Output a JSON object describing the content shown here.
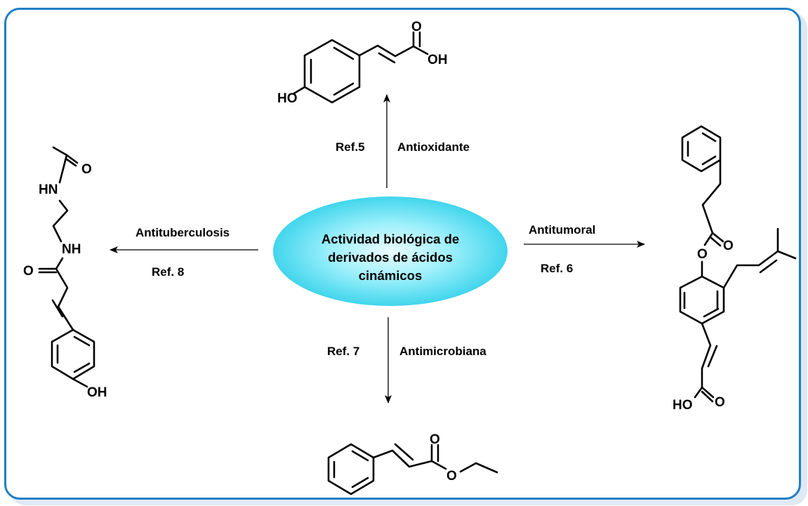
{
  "center": {
    "lines": [
      "Actividad biológica de",
      "derivados de ácidos",
      "cinámicos"
    ],
    "fill_light": "#eafcff",
    "fill_dark": "#2fd0ea"
  },
  "colors": {
    "frame": "#1f7fc4"
  },
  "branches": {
    "top": {
      "activity": "Antioxidante",
      "ref": "Ref.5"
    },
    "right": {
      "activity": "Antitumoral",
      "ref": "Ref. 6"
    },
    "bottom": {
      "activity": "Antimicrobiana",
      "ref": "Ref. 7"
    },
    "left": {
      "activity": "Antituberculosis",
      "ref": "Ref. 8"
    }
  },
  "atoms": {
    "O": "O",
    "OH": "OH",
    "HO": "HO",
    "NH": "NH",
    "HN": "HN"
  }
}
